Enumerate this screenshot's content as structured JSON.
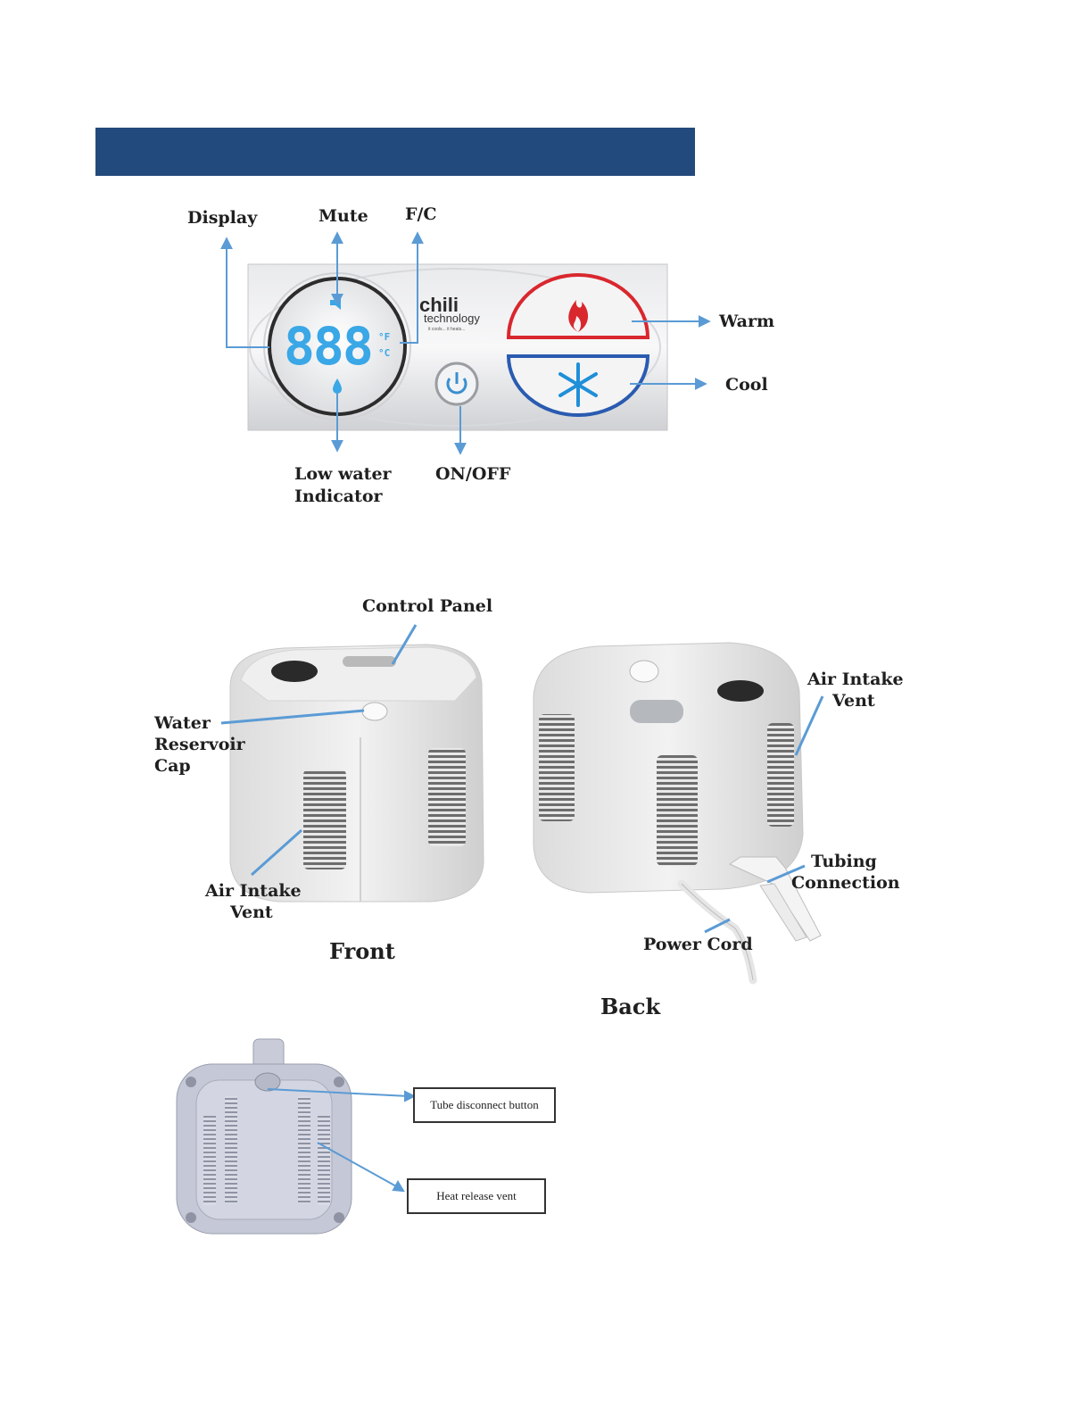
{
  "control_panel_figure": {
    "labels": {
      "display": "Display",
      "mute": "Mute",
      "fc": "F/C",
      "warm": "Warm",
      "cool": "Cool",
      "low_water_line1": "Low water",
      "low_water_line2": "Indicator",
      "on_off": "ON/OFF"
    },
    "panel": {
      "display_digits": "888",
      "unit_f": "°F",
      "unit_c": "°C",
      "brand_name": "chili",
      "brand_sub": "technology",
      "brand_tagline": "it cools... it heats..."
    }
  },
  "unit_figure": {
    "labels": {
      "control_panel": "Control Panel",
      "water_reservoir_line1": "Water",
      "water_reservoir_line2": "Reservoir",
      "water_reservoir_line3": "Cap",
      "air_intake_front_line1": "Air Intake",
      "air_intake_front_line2": "Vent",
      "front": "Front",
      "air_intake_back_line1": "Air Intake",
      "air_intake_back_line2": "Vent",
      "tubing_line1": "Tubing",
      "tubing_line2": "Connection",
      "power_cord": "Power Cord",
      "back": "Back"
    }
  },
  "bottom_figure": {
    "labels": {
      "tube_disconnect": "Tube disconnect button",
      "heat_release": "Heat release vent"
    }
  },
  "colors": {
    "header": "#234a7d",
    "arrow": "#5b9bd5",
    "warm": "#d9272e",
    "cool": "#2a5bb0"
  }
}
